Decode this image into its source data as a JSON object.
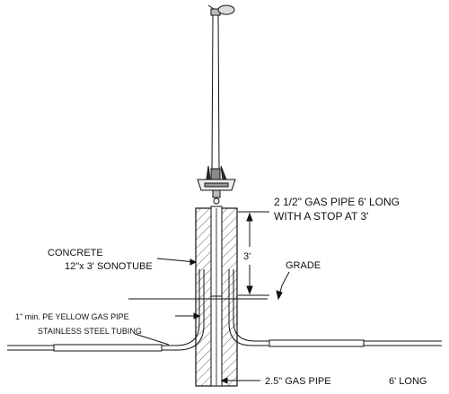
{
  "title": "",
  "labels": {
    "gas_pipe_line1": "2 1/2\" GAS PIPE 6' LONG",
    "gas_pipe_line2": "WITH A STOP AT 3'",
    "concrete_line1": "CONCRETE",
    "concrete_line2": "12\"x 3' SONOTUBE",
    "dimension": "3'",
    "grade": "GRADE",
    "pe_pipe": "1\" min. PE YELLOW GAS PIPE",
    "stainless": "STAINLESS STEEL TUBING",
    "bottom_pipe": "2.5\"  GAS PIPE",
    "bottom_length": "6' LONG"
  },
  "colors": {
    "line": "#111111",
    "hatch": "#555555",
    "background": "#ffffff"
  }
}
